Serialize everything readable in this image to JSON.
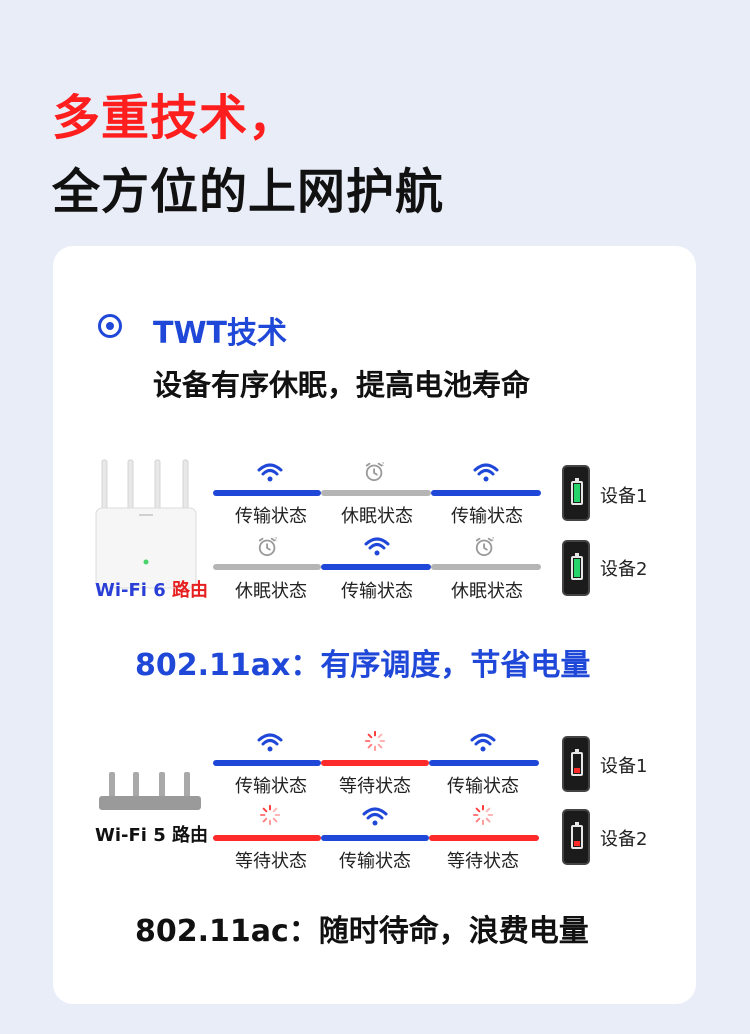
{
  "colors": {
    "red": "#ff1e1e",
    "blue": "#1f47d8",
    "gray_line": "#b5b5b5",
    "wifi6_label_blue": "#2a3fd6",
    "wifi6_label_red": "#e62020",
    "battery_green": "#27d36b",
    "battery_red": "#ff2a2a"
  },
  "headline": {
    "line1": "多重技术，",
    "line2": "全方位的上网护航"
  },
  "section": {
    "title": "TWT技术",
    "subtitle": "设备有序休眠，提高电池寿命"
  },
  "wifi6": {
    "router_label_a": "Wi-Fi 6",
    "router_label_b": " 路由",
    "device1": {
      "label": "设备1",
      "battery": "full",
      "segments": [
        {
          "label": "传输状态",
          "icon": "wifi-icon"
        },
        {
          "label": "休眠状态",
          "icon": "alarm-clock-icon"
        },
        {
          "label": "传输状态",
          "icon": "wifi-icon"
        }
      ]
    },
    "device2": {
      "label": "设备2",
      "battery": "full",
      "segments": [
        {
          "label": "休眠状态",
          "icon": "alarm-clock-icon"
        },
        {
          "label": "传输状态",
          "icon": "wifi-icon"
        },
        {
          "label": "休眠状态",
          "icon": "alarm-clock-icon"
        }
      ]
    },
    "conclusion": "802.11ax：有序调度，节省电量"
  },
  "wifi5": {
    "router_label": "Wi-Fi 5 路由",
    "device1": {
      "label": "设备1",
      "battery": "low",
      "segments": [
        {
          "label": "传输状态",
          "icon": "wifi-icon"
        },
        {
          "label": "等待状态",
          "icon": "loading-spinner-icon"
        },
        {
          "label": "传输状态",
          "icon": "wifi-icon"
        }
      ]
    },
    "device2": {
      "label": "设备2",
      "battery": "low",
      "segments": [
        {
          "label": "等待状态",
          "icon": "loading-spinner-icon"
        },
        {
          "label": "传输状态",
          "icon": "wifi-icon"
        },
        {
          "label": "等待状态",
          "icon": "loading-spinner-icon"
        }
      ]
    },
    "conclusion": "802.11ac：随时待命，浪费电量"
  }
}
